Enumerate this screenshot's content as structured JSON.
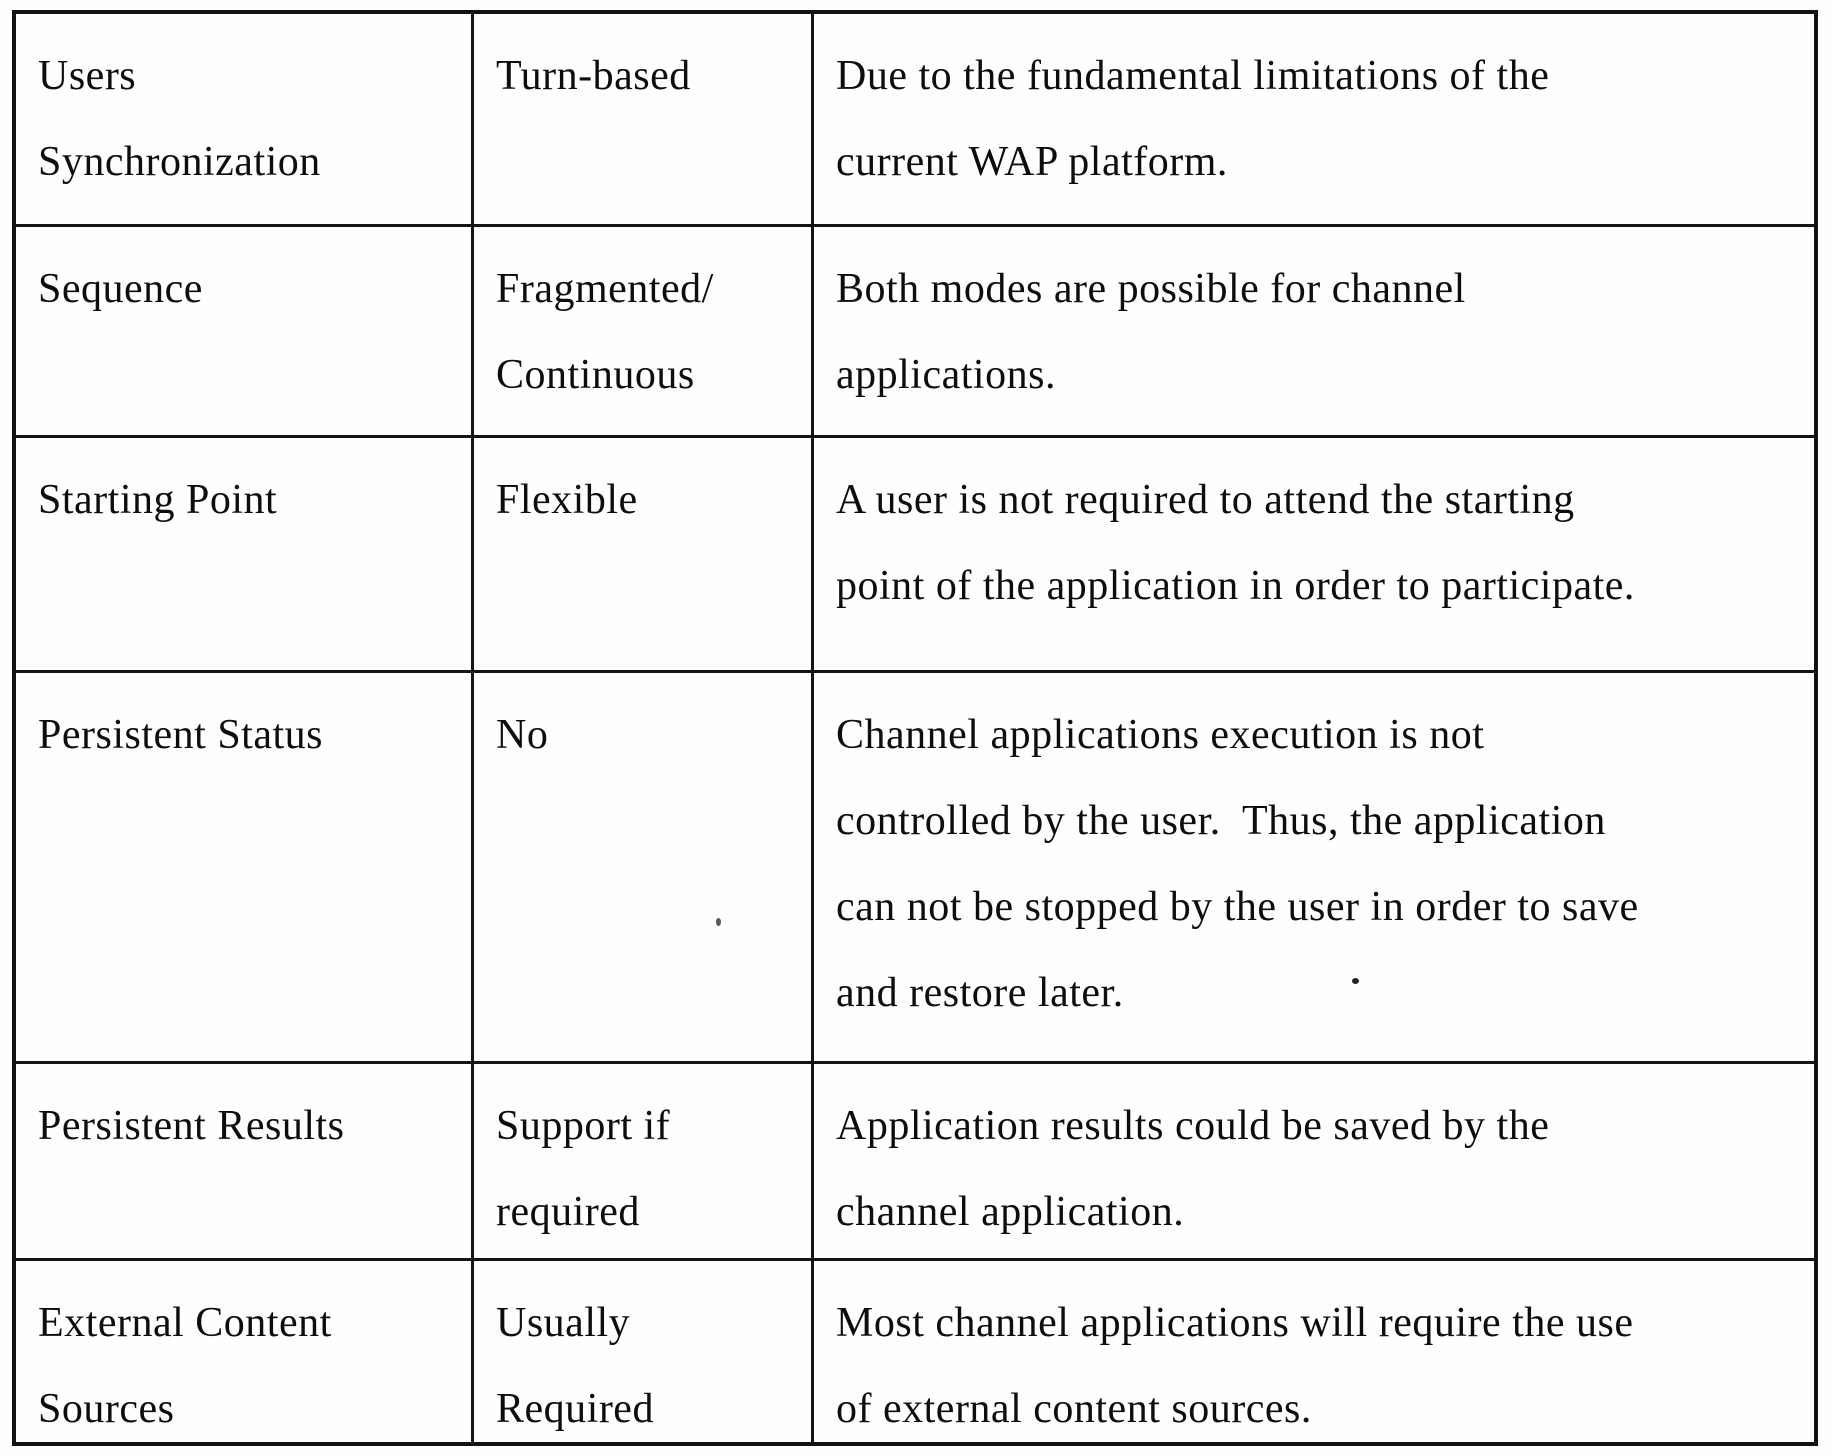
{
  "table": {
    "rows": [
      {
        "feature": [
          "Users",
          "Synchronization"
        ],
        "value": [
          "Turn-based"
        ],
        "description": [
          "Due to the fundamental limitations of the",
          "current WAP platform."
        ]
      },
      {
        "feature": [
          "Sequence"
        ],
        "value": [
          "Fragmented/",
          "Continuous"
        ],
        "description": [
          "Both modes are possible for channel",
          "applications."
        ]
      },
      {
        "feature": [
          "Starting Point"
        ],
        "value": [
          "Flexible"
        ],
        "description": [
          "A user is not required to attend the starting",
          "point of the application in order to participate."
        ]
      },
      {
        "feature": [
          "Persistent Status"
        ],
        "value": [
          "No"
        ],
        "description": [
          "Channel applications execution is not",
          "controlled by the user.  Thus, the application",
          "can not be stopped by the user in order to save",
          "and restore later."
        ]
      },
      {
        "feature": [
          "Persistent Results"
        ],
        "value": [
          "Support if",
          "required"
        ],
        "description": [
          "Application results could be saved by the",
          "channel application."
        ]
      },
      {
        "feature": [
          "External Content",
          "Sources"
        ],
        "value": [
          "Usually",
          "Required"
        ],
        "description": [
          "Most channel applications will require the use",
          "of external content sources."
        ]
      }
    ]
  }
}
